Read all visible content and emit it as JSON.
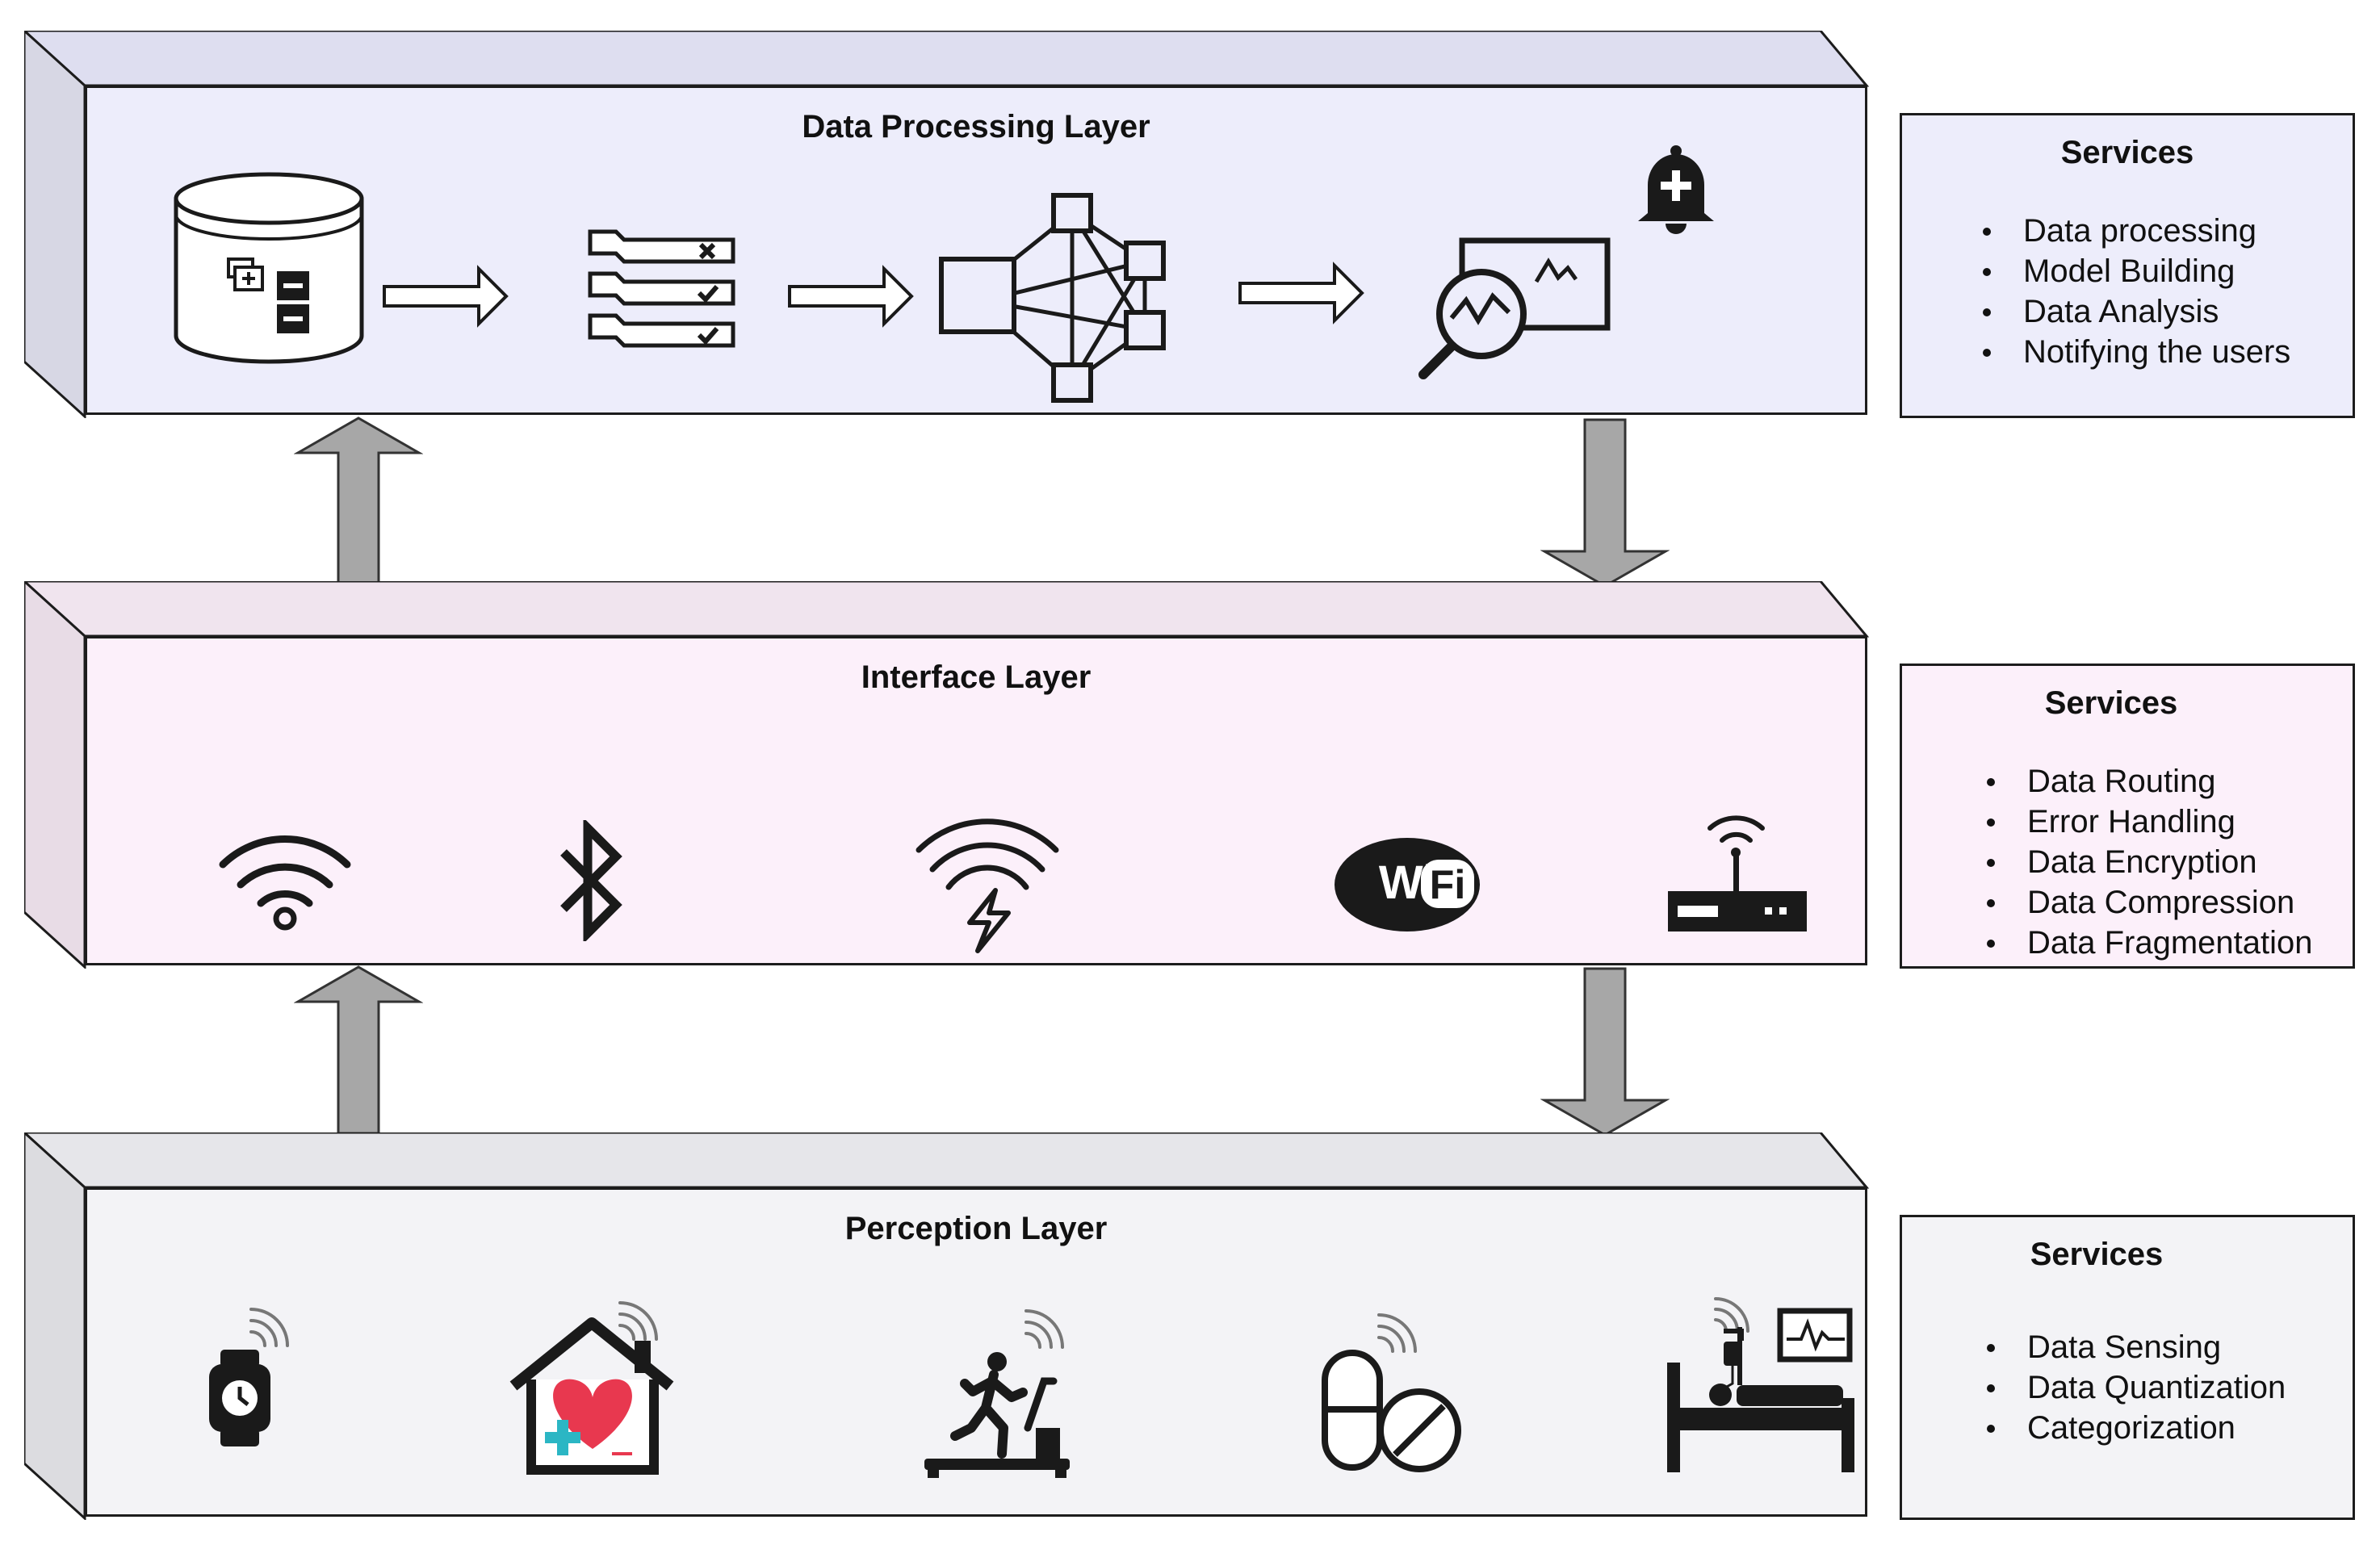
{
  "layers": {
    "processing": {
      "title": "Data Processing Layer",
      "icons": [
        "database-folder-icon",
        "checklist-icon",
        "neural-network-icon",
        "analysis-monitor-icon",
        "medical-bell-icon"
      ]
    },
    "interface": {
      "title": "Interface Layer",
      "icons": [
        "wifi-signal-icon",
        "bluetooth-icon",
        "wireless-charging-icon",
        "wifi-logo-icon",
        "router-icon"
      ]
    },
    "perception": {
      "title": "Perception Layer",
      "icons": [
        "smartwatch-icon",
        "smart-home-heart-icon",
        "treadmill-runner-icon",
        "pills-icon",
        "hospital-bed-monitor-icon"
      ]
    }
  },
  "services": {
    "processing": {
      "title": "Services",
      "items": [
        "Data processing",
        "Model Building",
        "Data Analysis",
        "Notifying the users"
      ]
    },
    "interface": {
      "title": "Services",
      "items": [
        "Data Routing",
        "Error Handling",
        "Data Encryption",
        "Data Compression",
        "Data Fragmentation"
      ]
    },
    "perception": {
      "title": "Services",
      "items": [
        "Data Sensing",
        "Data Quantization",
        "Categorization"
      ]
    }
  },
  "colors": {
    "processing_fill": "#ededfb",
    "interface_fill": "#fcf0fa",
    "perception_fill": "#f3f3f6",
    "arrow_fill": "#a7a7a7",
    "icon_color": "#1a1a1a",
    "heart_red": "#e8384f",
    "cross_teal": "#2bb6c4"
  }
}
